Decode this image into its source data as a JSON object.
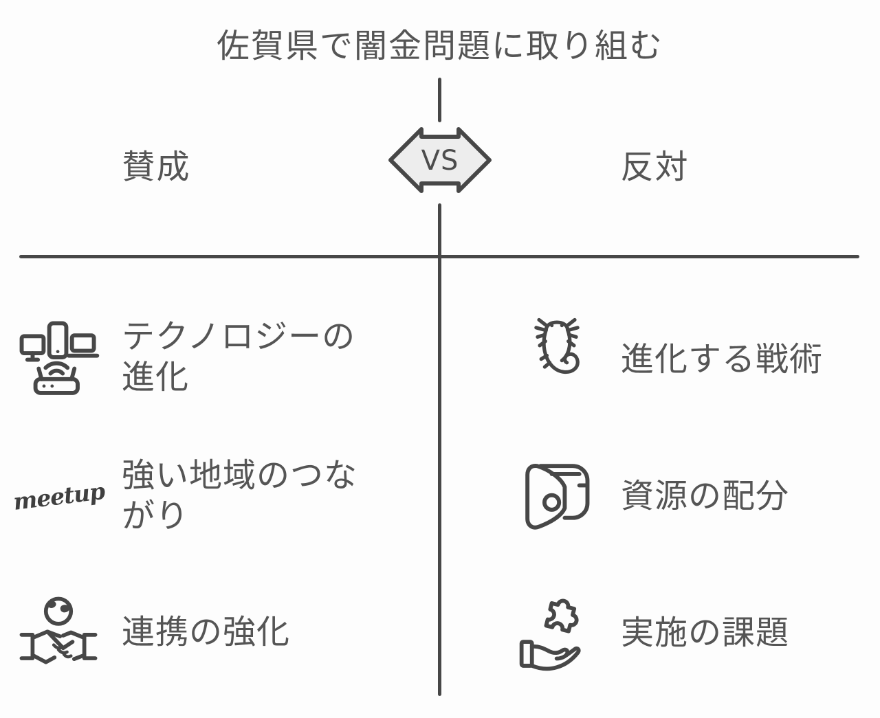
{
  "title": "佐賀県で闇金問題に取り組む",
  "vs_label": "VS",
  "columns": {
    "left": {
      "header": "賛成",
      "items": [
        {
          "icon": "devices-network-icon",
          "label": "テクノロジーの進化"
        },
        {
          "icon": "meetup-logo",
          "logo_text": "meetup",
          "label": "強い地域のつながり"
        },
        {
          "icon": "handshake-globe-icon",
          "label": "連携の強化"
        }
      ]
    },
    "right": {
      "header": "反対",
      "items": [
        {
          "icon": "axolotl-icon",
          "label": "進化する戦術"
        },
        {
          "icon": "wallet-icon",
          "label": "資源の配分"
        },
        {
          "icon": "hand-puzzle-icon",
          "label": "実施の課題"
        }
      ]
    }
  },
  "colors": {
    "background": "#fdfdfd",
    "text": "#555555",
    "line": "#474747",
    "vs_fill": "#ededed"
  }
}
